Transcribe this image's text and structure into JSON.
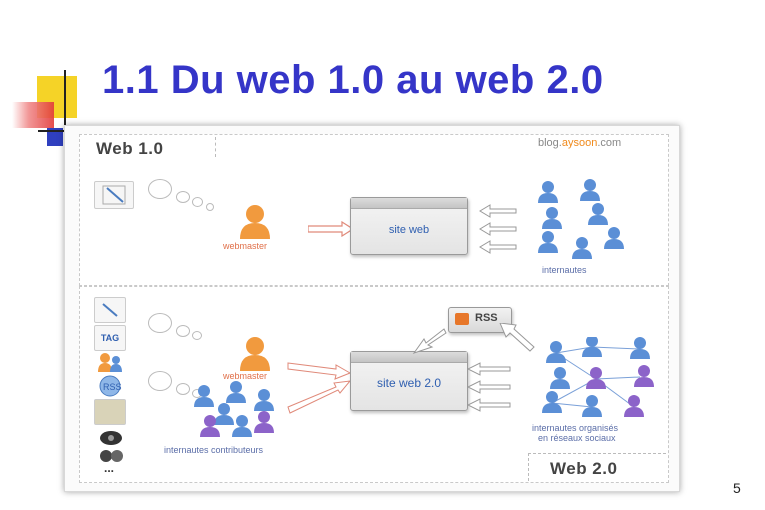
{
  "slide": {
    "title": "1.1 Du web 1.0 au web 2.0",
    "page_number": "5"
  },
  "figure": {
    "source": "blog.aysoon.com",
    "source_prefix": "blog.",
    "source_brand": "aysoon",
    "source_suffix": ".com",
    "web1": {
      "heading": "Web 1.0",
      "webmaster": "webmaster",
      "site": "site web",
      "users": "internautes"
    },
    "web2": {
      "heading": "Web 2.0",
      "webmaster": "webmaster",
      "site": "site web 2.0",
      "rss": "RSS",
      "contributors": "internautes contributeurs",
      "social_line1": "internautes organisés",
      "social_line2": "en réseaux sociaux",
      "tag": "TAG",
      "more": "..."
    },
    "colors": {
      "person_orange": "#f19a3e",
      "person_blue": "#5b8fd6",
      "person_purple": "#8c63c9",
      "title_blue": "#3535c8"
    }
  }
}
